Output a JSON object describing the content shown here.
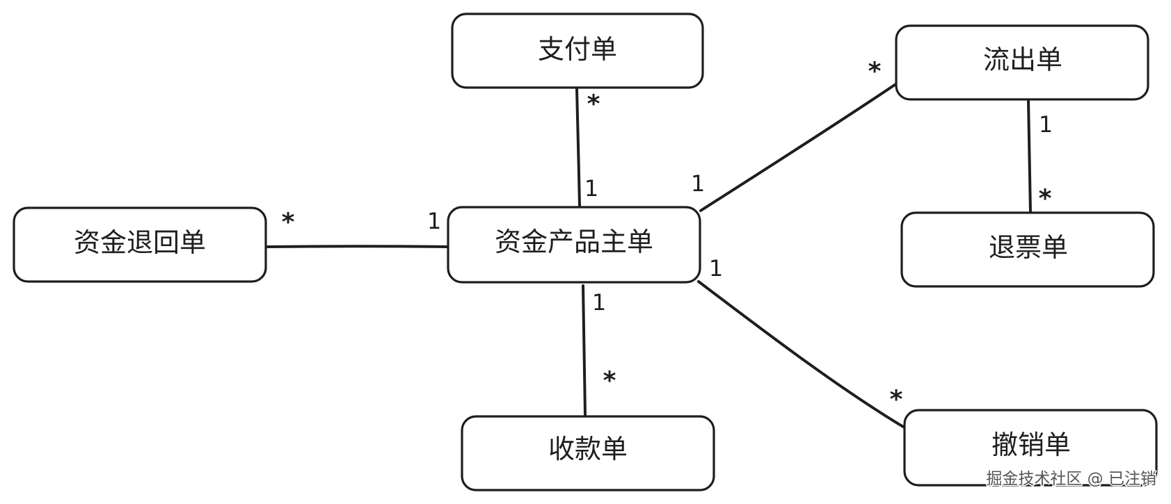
{
  "nodes": {
    "payment": "支付单",
    "outflow": "流出单",
    "fund_refund": "资金退回单",
    "main_order": "资金产品主单",
    "ticket_refund": "退票单",
    "receipt": "收款单",
    "cancel": "撤销单"
  },
  "edges": [
    {
      "from": "main_order",
      "to": "payment",
      "from_mult": "1",
      "to_mult": "*"
    },
    {
      "from": "main_order",
      "to": "fund_refund",
      "from_mult": "1",
      "to_mult": "*"
    },
    {
      "from": "main_order",
      "to": "outflow",
      "from_mult": "1",
      "to_mult": "*"
    },
    {
      "from": "main_order",
      "to": "cancel",
      "from_mult": "1",
      "to_mult": "*"
    },
    {
      "from": "main_order",
      "to": "receipt",
      "from_mult": "1",
      "to_mult": "*"
    },
    {
      "from": "outflow",
      "to": "ticket_refund",
      "from_mult": "1",
      "to_mult": "*"
    }
  ],
  "watermark": "掘金技术社区 @ 已注销",
  "colors": {
    "stroke": "#1e1e1e",
    "background": "#ffffff"
  }
}
